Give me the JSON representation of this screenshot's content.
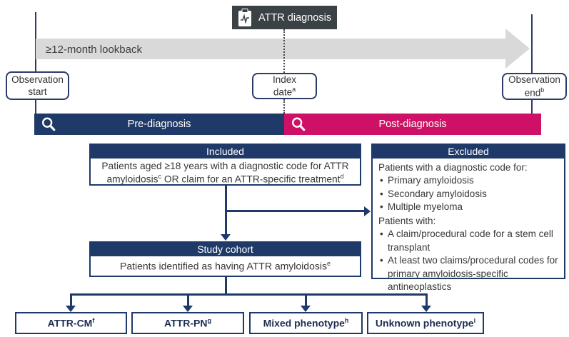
{
  "colors": {
    "navy": "#1f3a68",
    "magenta": "#ce1167",
    "gray_band": "#d9d9d9",
    "charcoal": "#3b4246",
    "body_text": "#383838"
  },
  "icons": {
    "diagnosis": "clipboard-pulse-icon",
    "phase_bar": "magnifier-icon"
  },
  "timeline": {
    "diagnosis_box": {
      "label": "ATTR diagnosis"
    },
    "lookback_label": "≥12-month lookback",
    "observation_start": {
      "line1": "Observation",
      "line2": "start"
    },
    "index_date": {
      "line1": "Index",
      "line2": "date",
      "sup": "a"
    },
    "observation_end": {
      "line1": "Observation",
      "line2": "end",
      "sup": "b"
    },
    "pre_bar": {
      "label": "Pre-diagnosis"
    },
    "post_bar": {
      "label": "Post-diagnosis"
    }
  },
  "flowchart": {
    "included": {
      "header": "Included",
      "body": [
        {
          "text": "Patients aged ≥18 years with a diagnostic code for ATTR amyloidosis",
          "sup": "c"
        },
        {
          "text": " OR claim for an ATTR-specific treatment",
          "sup": "d"
        }
      ]
    },
    "excluded": {
      "header": "Excluded",
      "sections": [
        {
          "intro": "Patients with a diagnostic code for:",
          "bullets": [
            "Primary amyloidosis",
            "Secondary amyloidosis",
            "Multiple myeloma"
          ]
        },
        {
          "intro": "Patients with:",
          "bullets": [
            "A claim/procedural code for a stem cell transplant",
            "At least two claims/procedural codes for primary amyloidosis-specific antineoplastics"
          ]
        }
      ]
    },
    "study_cohort": {
      "header": "Study cohort",
      "body": {
        "text": "Patients identified as having ATTR amyloidosis",
        "sup": "e"
      }
    },
    "phenotypes": [
      {
        "label": "ATTR-CM",
        "sup": "f"
      },
      {
        "label": "ATTR-PN",
        "sup": "g"
      },
      {
        "label": "Mixed phenotype",
        "sup": "h"
      },
      {
        "label": "Unknown phenotype",
        "sup": "i"
      }
    ]
  }
}
